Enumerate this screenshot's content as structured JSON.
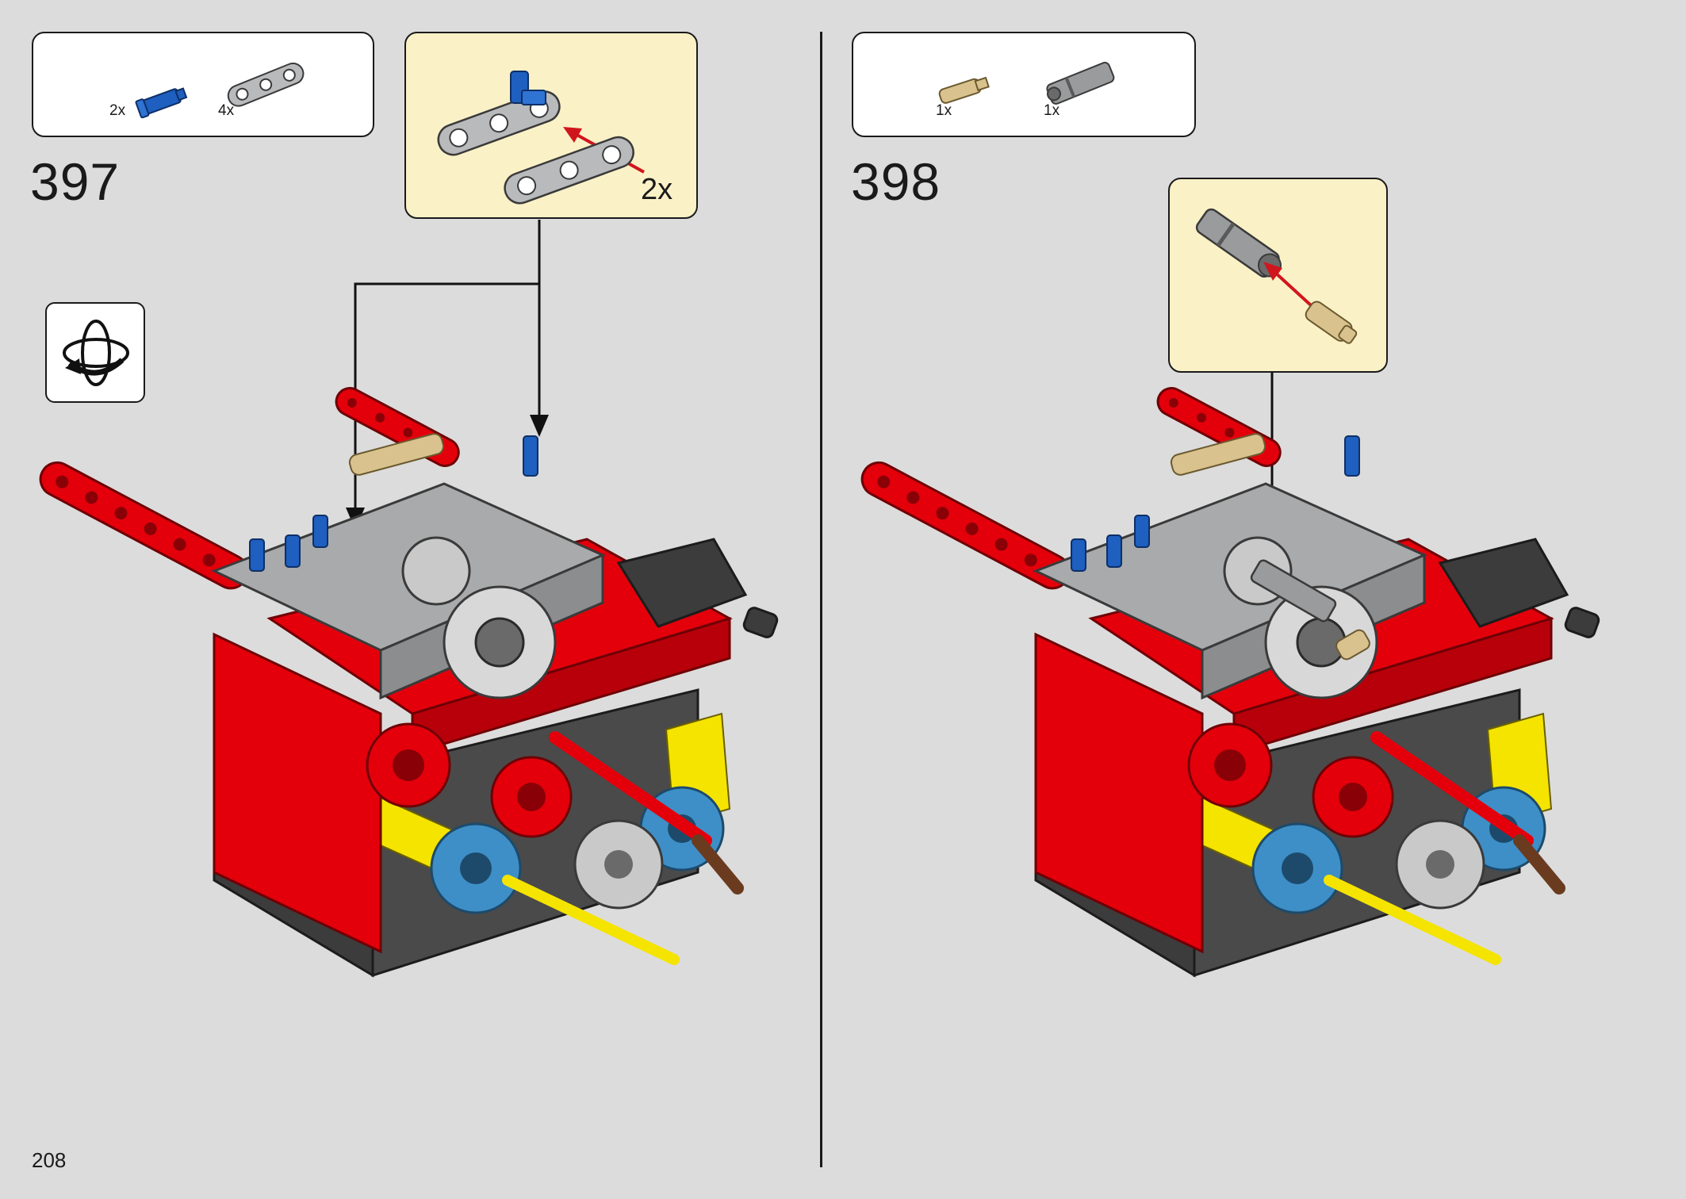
{
  "page": {
    "number": "208"
  },
  "colors": {
    "background": "#dcdcdc",
    "callout_bg": "#fbf1c7",
    "technic_red": "#e3000b",
    "technic_gray": "#a9aaab",
    "dark_gray": "#3c3c3c",
    "blue": "#1e5fbf",
    "tan": "#d9c28d",
    "yellow": "#f5e400",
    "azure": "#3e8fc7",
    "brown": "#6b3b20",
    "arrow_red": "#d0161d"
  },
  "step_397": {
    "number": "397",
    "parts": [
      {
        "icon": "blue-axle-pin-icon",
        "qty": "2x"
      },
      {
        "icon": "gray-beam-3-icon",
        "qty": "4x"
      }
    ],
    "callout_qty": "2x",
    "rotate_icon": "rotate-model-icon"
  },
  "step_398": {
    "number": "398",
    "parts": [
      {
        "icon": "tan-axle-pin-icon",
        "qty": "1x"
      },
      {
        "icon": "gray-axle-connector-icon",
        "qty": "1x"
      }
    ]
  }
}
